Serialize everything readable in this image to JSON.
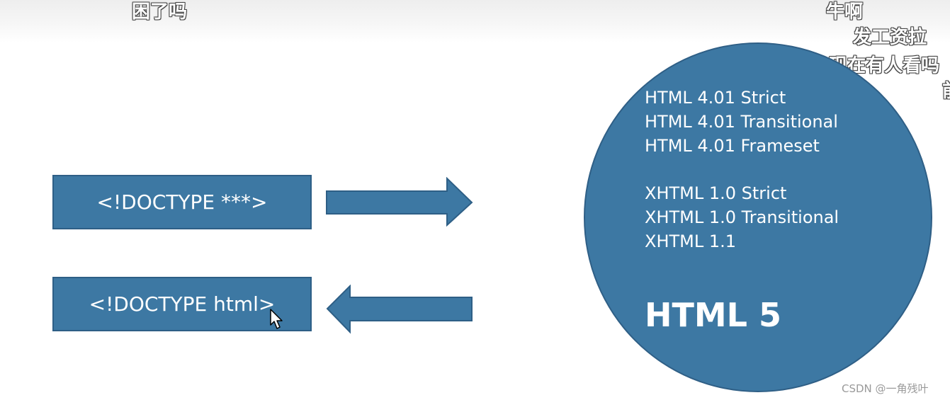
{
  "overlay_comments": [
    "困了吗",
    "牛啊",
    "发工资拉",
    "现在有人看吗",
    "前"
  ],
  "diagram": {
    "box_old": "<!DOCTYPE ***>",
    "box_new": "<!DOCTYPE html>",
    "versions_html4": [
      "HTML 4.01 Strict",
      "HTML 4.01 Transitional",
      "HTML 4.01 Frameset"
    ],
    "versions_xhtml": [
      "XHTML 1.0 Strict",
      "XHTML 1.0 Transitional",
      "XHTML 1.1"
    ],
    "html5_label": "HTML 5"
  },
  "watermark": "CSDN @一角残叶",
  "colors": {
    "shape_fill": "#3d78a3",
    "shape_border": "#2e5f86",
    "text": "#ffffff"
  },
  "icons": {
    "cursor": "mouse-pointer-icon"
  }
}
